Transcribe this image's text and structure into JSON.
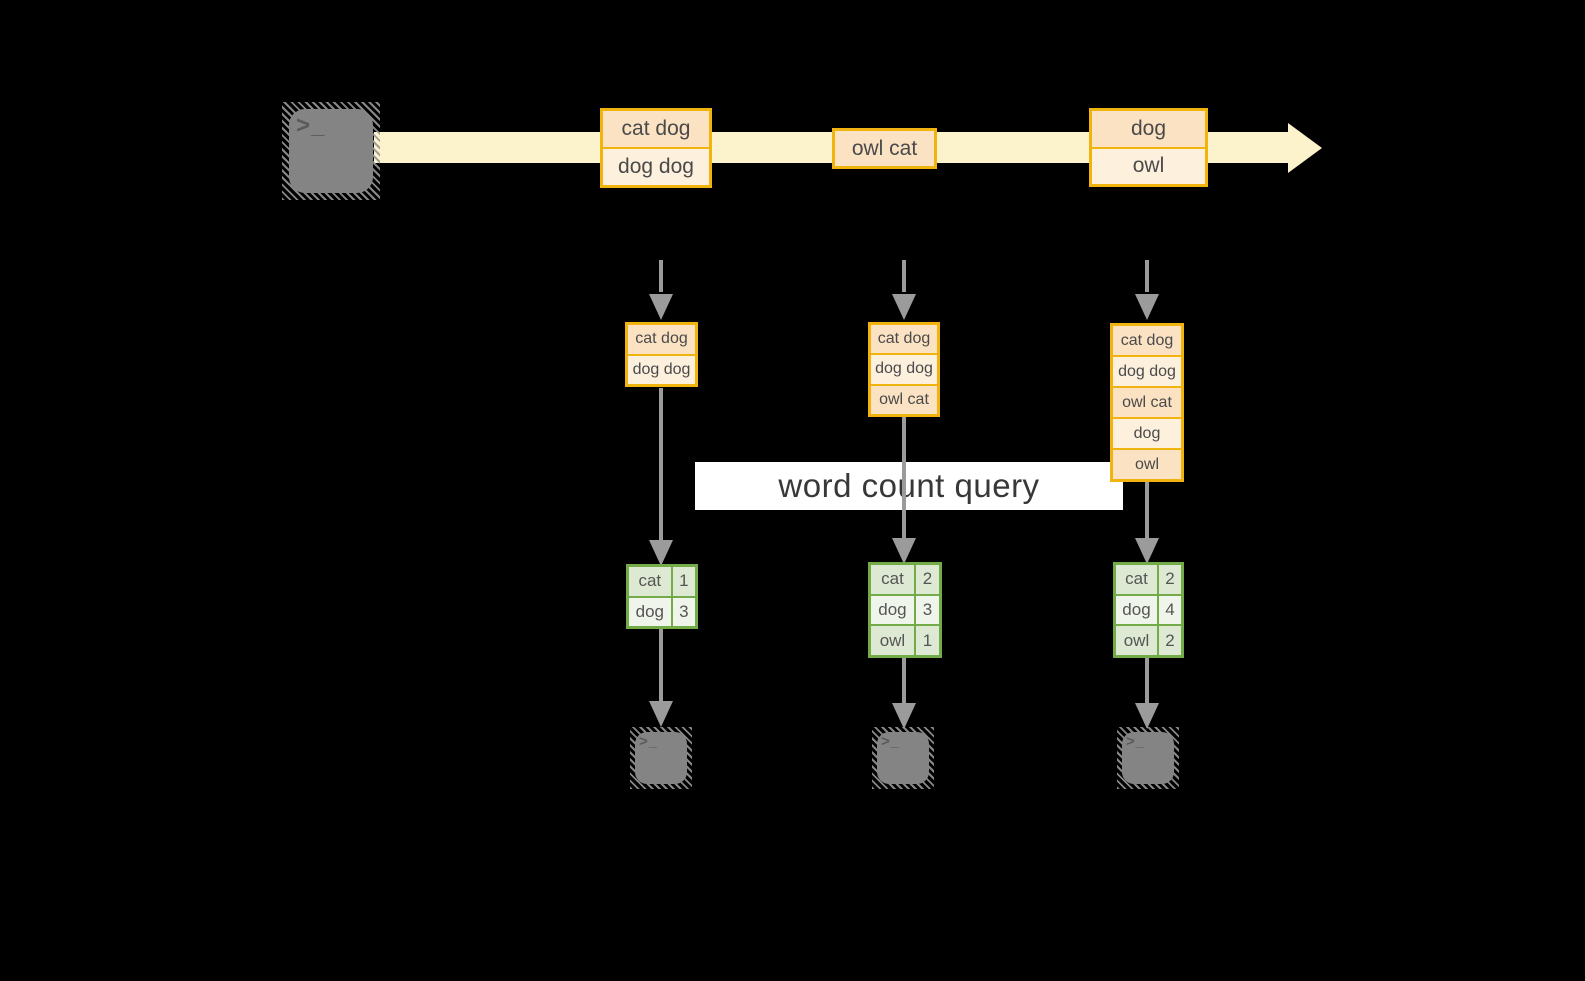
{
  "colors": {
    "background": "#000000",
    "stream_band": "#fcf3cd",
    "batch_border": "#f1b30e",
    "batch_fill_dark": "#fbe2c3",
    "batch_fill_light": "#fdf1de",
    "table_border": "#74ab49",
    "table_fill_dark": "#dde9d2",
    "table_fill_light": "#f0f5eb",
    "arrow_gray": "#9b9b9b",
    "terminal_gray": "#848484"
  },
  "icons": {
    "terminal_glyph": ">_"
  },
  "query_label": "word count query",
  "stream": {
    "batch1": {
      "row1": "cat dog",
      "row2": "dog dog"
    },
    "batch2": {
      "row1": "owl cat"
    },
    "batch3": {
      "row1": "dog",
      "row2": "owl"
    }
  },
  "columns": [
    {
      "stack": [
        "cat dog",
        "dog dog"
      ],
      "table": [
        {
          "word": "cat",
          "count": "1"
        },
        {
          "word": "dog",
          "count": "3"
        }
      ]
    },
    {
      "stack": [
        "cat dog",
        "dog dog",
        "owl cat"
      ],
      "table": [
        {
          "word": "cat",
          "count": "2"
        },
        {
          "word": "dog",
          "count": "3"
        },
        {
          "word": "owl",
          "count": "1"
        }
      ]
    },
    {
      "stack": [
        "cat dog",
        "dog dog",
        "owl cat",
        "dog",
        "owl"
      ],
      "table": [
        {
          "word": "cat",
          "count": "2"
        },
        {
          "word": "dog",
          "count": "4"
        },
        {
          "word": "owl",
          "count": "2"
        }
      ]
    }
  ]
}
